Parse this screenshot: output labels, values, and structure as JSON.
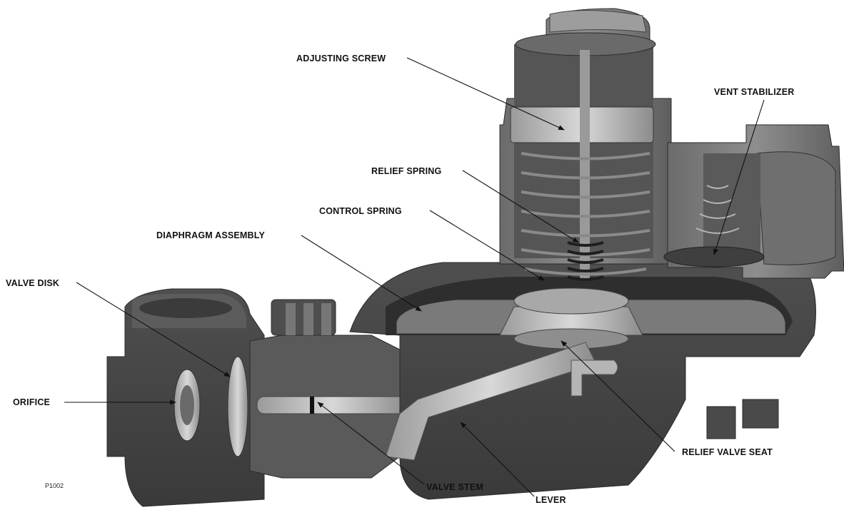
{
  "figure_id": "P1002",
  "callouts": {
    "adjusting_screw": "ADJUSTING SCREW",
    "vent_stabilizer": "VENT STABILIZER",
    "relief_spring": "RELIEF SPRING",
    "control_spring": "CONTROL SPRING",
    "diaphragm_assembly": "DIAPHRAGM ASSEMBLY",
    "valve_disk": "VALVE DISK",
    "orifice": "ORIFICE",
    "relief_valve_seat": "RELIEF VALVE SEAT",
    "valve_stem": "VALVE STEM",
    "lever": "LEVER"
  }
}
